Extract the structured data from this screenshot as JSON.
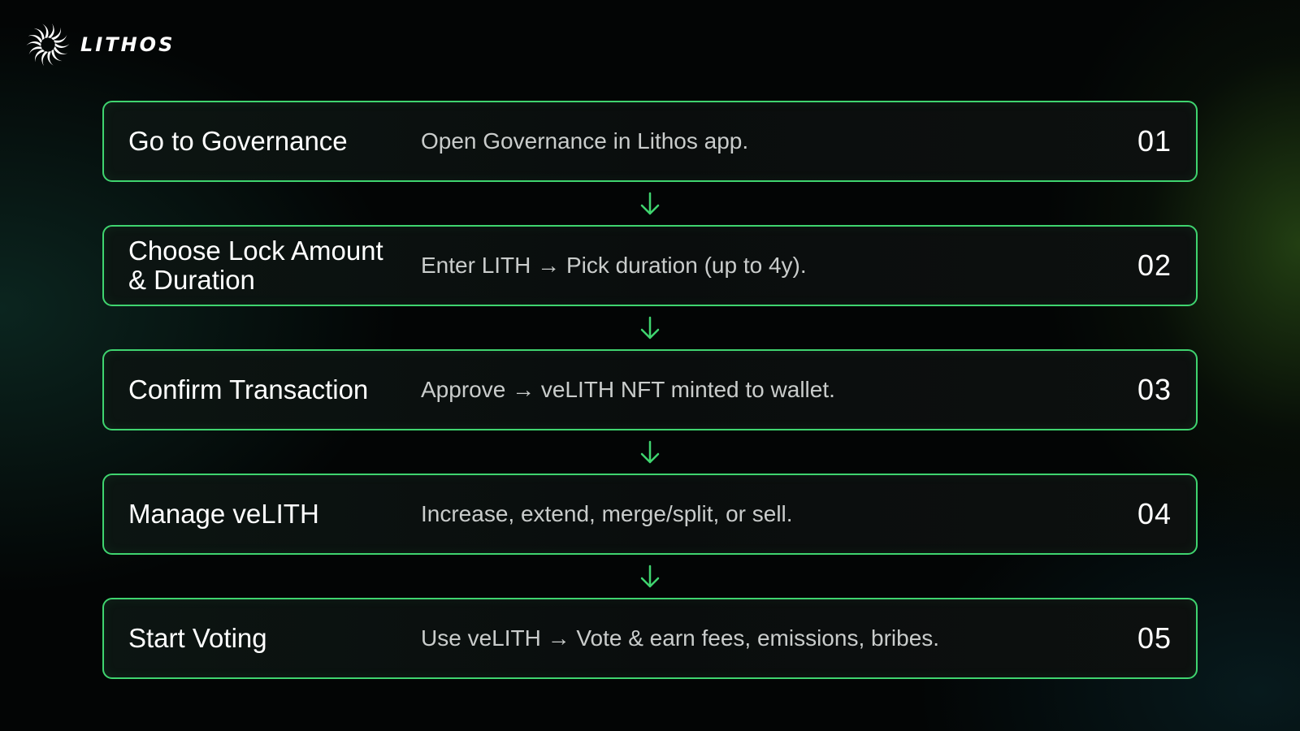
{
  "brand": {
    "name": "LITHOS",
    "logo_icon": "lithos-swirl-icon"
  },
  "colors": {
    "accent": "#3fd46f",
    "background": "#030505",
    "text": "#ffffff",
    "muted_text": "#c9cccb"
  },
  "steps": [
    {
      "title": "Go to Governance",
      "description": "Open Governance in Lithos app.",
      "number": "01"
    },
    {
      "title": "Choose Lock Amount & Duration",
      "description": "Enter LITH → Pick duration (up to 4y).",
      "number": "02"
    },
    {
      "title": "Confirm Transaction",
      "description": "Approve → veLITH NFT minted to wallet.",
      "number": "03"
    },
    {
      "title": "Manage veLITH",
      "description": "Increase, extend, merge/split, or sell.",
      "number": "04"
    },
    {
      "title": "Start Voting",
      "description": "Use veLITH → Vote & earn fees, emissions, bribes.",
      "number": "05"
    }
  ],
  "connector_icon": "arrow-down-icon"
}
